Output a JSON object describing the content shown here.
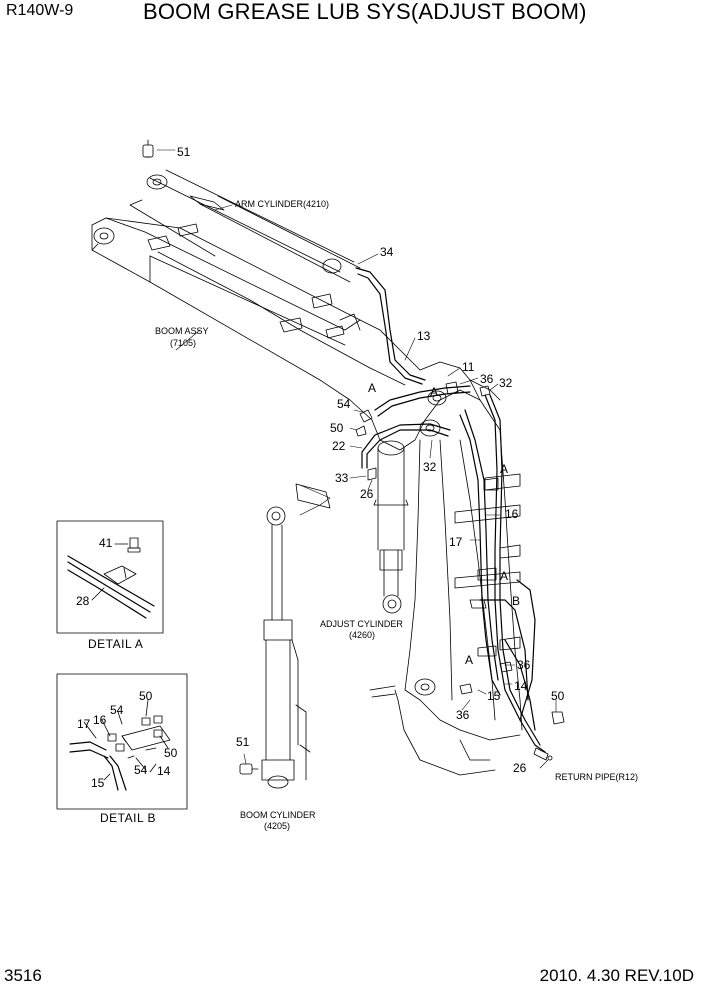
{
  "header": {
    "model": "R140W-9",
    "title": "BOOM GREASE LUB SYS(ADJUST BOOM)"
  },
  "footer": {
    "page_number": "3516",
    "revision": "2010. 4.30  REV.10D"
  },
  "captions": {
    "arm_cylinder": "ARM CYLINDER(4210)",
    "boom_assy": "BOOM ASSY",
    "boom_assy_no": "(7105)",
    "adjust_cylinder": "ADJUST CYLINDER",
    "adjust_cylinder_no": "(4260)",
    "boom_cylinder": "BOOM CYLINDER",
    "boom_cylinder_no": "(4205)",
    "return_pipe": "RETURN PIPE(R12)",
    "detail_a": "DETAIL  A",
    "detail_b": "DETAIL  B"
  },
  "callouts": {
    "c51_top": "51",
    "c34": "34",
    "c13": "13",
    "c11": "11",
    "c36_top": "36",
    "c32_top": "32",
    "c54": "54",
    "c50": "50",
    "c22": "22",
    "c33": "33",
    "c26": "26",
    "c32_mid": "32",
    "c16": "16",
    "c17": "17",
    "c36_right": "36",
    "c14": "14",
    "c15": "15",
    "c36_bot": "36",
    "c50_right": "50",
    "c26_bot": "26",
    "c51_bot": "51",
    "a1": "A",
    "a2": "A",
    "a3": "A",
    "a4": "A",
    "a5": "A",
    "b1": "B",
    "da_41": "41",
    "da_28": "28",
    "db_50": "50",
    "db_54": "54",
    "db_17": "17",
    "db_16": "16",
    "db_50b": "50",
    "db_15": "15",
    "db_54b": "54",
    "db_14": "14"
  }
}
